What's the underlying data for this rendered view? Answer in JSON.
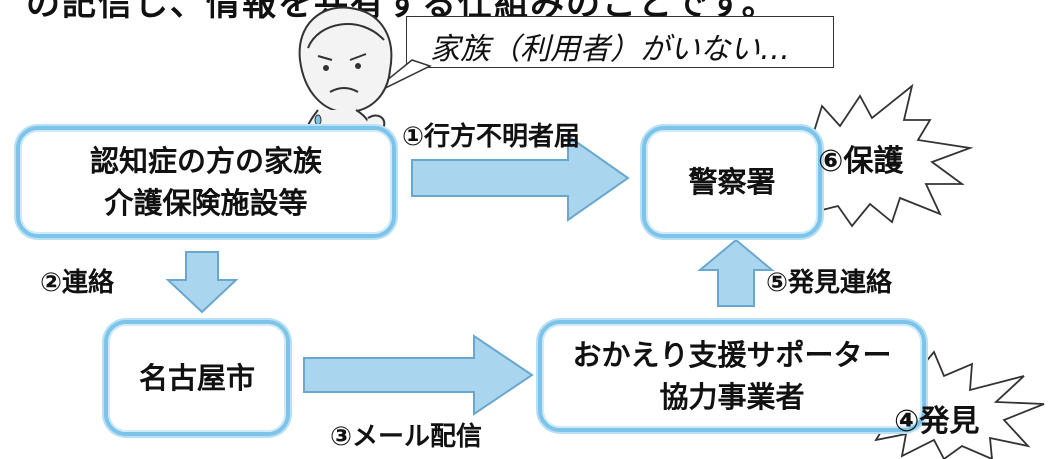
{
  "header_text": "の記信し、情報を共有する仕組みのことです。",
  "speech": {
    "text": "家族（利用者）がいない…"
  },
  "boxes": {
    "family": {
      "line1": "認知症の方の家族",
      "line2": "介護保険施設等"
    },
    "police": {
      "label": "警察署"
    },
    "city": {
      "label": "名古屋市"
    },
    "supporter": {
      "line1": "おかえり支援サポーター",
      "line2": "協力事業者"
    }
  },
  "steps": {
    "s1": "①行方不明者届",
    "s2": "②連絡",
    "s3": "③メール配信",
    "s4": "④発見",
    "s5": "⑤発見連絡",
    "s6": "⑥保護"
  },
  "colors": {
    "box_border": "#7cc4ea",
    "arrow_fill": "#a9d5ee",
    "arrow_stroke": "#6aa7cf"
  },
  "icons": [
    "worried-person-icon"
  ]
}
